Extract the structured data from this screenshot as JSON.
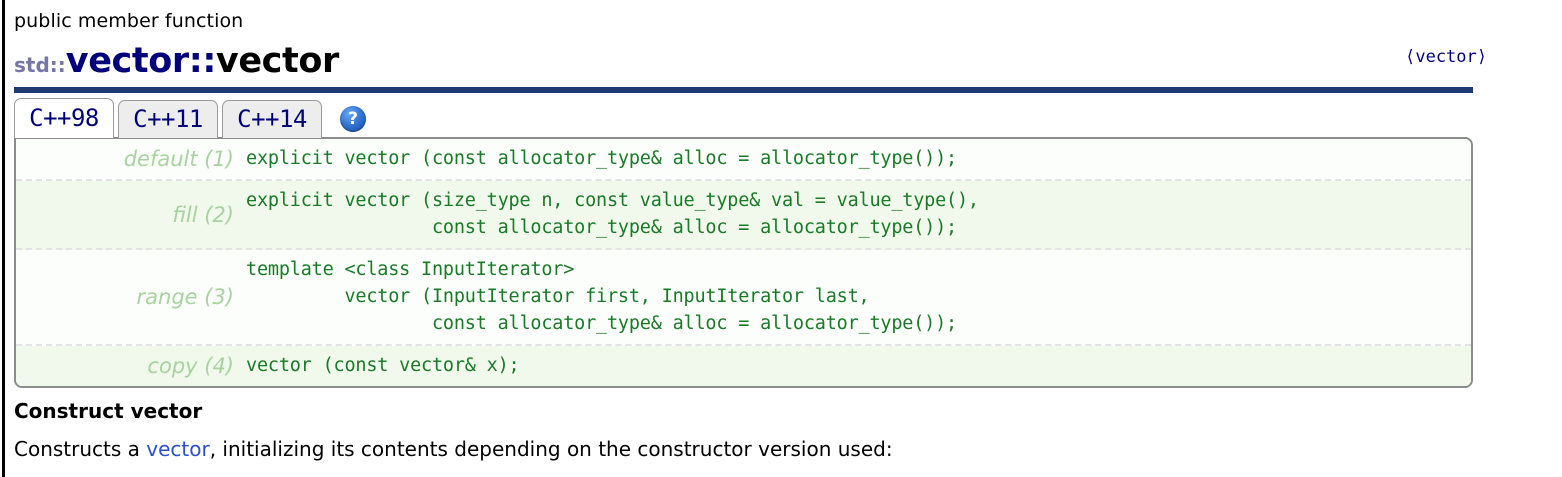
{
  "page": {
    "eyebrow": "public member function",
    "title": {
      "namespace": "std::",
      "class": "vector::",
      "function": "vector"
    },
    "header_tag": "⟨vector⟩",
    "colors": {
      "rule": "#1f3a73",
      "namespace": "#7575a6",
      "class": "#00007a",
      "code": "#1a7a28",
      "label": "#a8d3a0",
      "link": "#2c50c8",
      "panel_bg": "#f7fcf4",
      "row_alt_bg": "#f0f9ec"
    }
  },
  "tabs": {
    "items": [
      {
        "label": "C++98",
        "active": true
      },
      {
        "label": "C++11",
        "active": false
      },
      {
        "label": "C++14",
        "active": false
      }
    ],
    "help_icon": "?",
    "help_icon_name": "help-icon"
  },
  "signatures": [
    {
      "label": "default (1)",
      "code": "explicit vector (const allocator_type& alloc = allocator_type());"
    },
    {
      "label": "fill (2)",
      "code": "explicit vector (size_type n, const value_type& val = value_type(),\n                 const allocator_type& alloc = allocator_type());"
    },
    {
      "label": "range (3)",
      "code": "template <class InputIterator>\n         vector (InputIterator first, InputIterator last,\n                 const allocator_type& alloc = allocator_type());"
    },
    {
      "label": "copy (4)",
      "code": "vector (const vector& x);"
    }
  ],
  "description": {
    "heading": "Construct vector",
    "text_before": "Constructs a ",
    "link": "vector",
    "text_after": ", initializing its contents depending on the constructor version used:"
  }
}
